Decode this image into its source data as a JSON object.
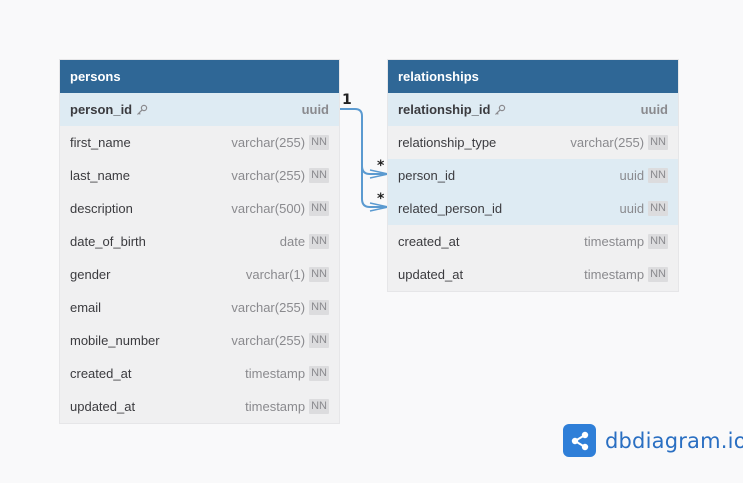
{
  "tables": [
    {
      "name": "persons",
      "fields": [
        {
          "name": "person_id",
          "type": "uuid",
          "pk": true,
          "nn": false
        },
        {
          "name": "first_name",
          "type": "varchar(255)",
          "nn": true
        },
        {
          "name": "last_name",
          "type": "varchar(255)",
          "nn": true
        },
        {
          "name": "description",
          "type": "varchar(500)",
          "nn": true
        },
        {
          "name": "date_of_birth",
          "type": "date",
          "nn": true
        },
        {
          "name": "gender",
          "type": "varchar(1)",
          "nn": true
        },
        {
          "name": "email",
          "type": "varchar(255)",
          "nn": true
        },
        {
          "name": "mobile_number",
          "type": "varchar(255)",
          "nn": true
        },
        {
          "name": "created_at",
          "type": "timestamp",
          "nn": true
        },
        {
          "name": "updated_at",
          "type": "timestamp",
          "nn": true
        }
      ]
    },
    {
      "name": "relationships",
      "fields": [
        {
          "name": "relationship_id",
          "type": "uuid",
          "pk": true,
          "nn": false
        },
        {
          "name": "relationship_type",
          "type": "varchar(255)",
          "nn": true
        },
        {
          "name": "person_id",
          "type": "uuid",
          "nn": true,
          "highlight": true
        },
        {
          "name": "related_person_id",
          "type": "uuid",
          "nn": true,
          "highlight": true
        },
        {
          "name": "created_at",
          "type": "timestamp",
          "nn": true
        },
        {
          "name": "updated_at",
          "type": "timestamp",
          "nn": true
        }
      ]
    }
  ],
  "nn_label": "NN",
  "relations": [
    {
      "from": "persons.person_id",
      "from_card": "1",
      "to": "relationships.person_id",
      "to_card": "*"
    },
    {
      "from": "persons.person_id",
      "to": "relationships.related_person_id",
      "to_card": "*"
    }
  ],
  "colors": {
    "header": "#2f6796",
    "highlight_row": "#deebf3",
    "relation_line": "#5b9ad0",
    "brand": "#2a6fc2"
  },
  "brand": {
    "name": "dbdiagram.io",
    "icon": "share-nodes-icon"
  }
}
